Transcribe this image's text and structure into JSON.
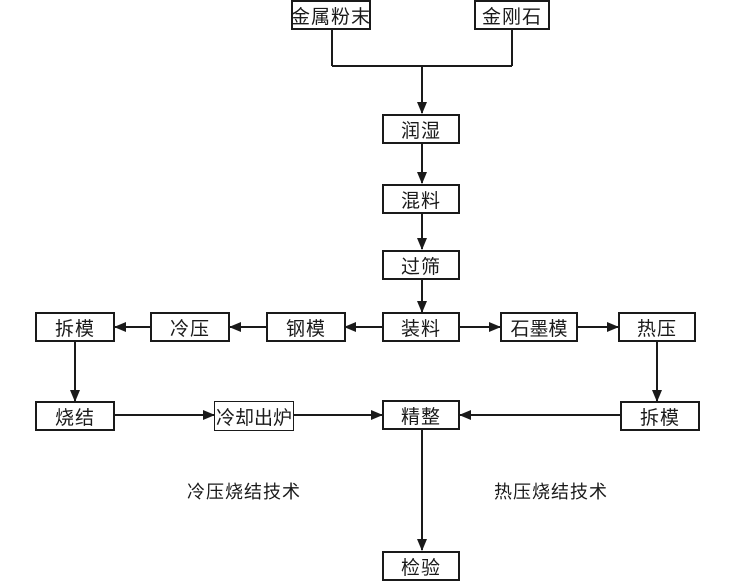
{
  "nodes": {
    "metal_powder": "金属粉末",
    "diamond": "金刚石",
    "wetting": "润湿",
    "mixing": "混料",
    "sieving": "过筛",
    "charging": "装料",
    "steel_mold": "钢模",
    "cold_press": "冷压",
    "demold_left": "拆模",
    "sintering": "烧结",
    "cooling": "冷却出炉",
    "finishing": "精整",
    "graphite_mold": "石墨模",
    "hot_press": "热压",
    "demold_right": "拆模",
    "inspection": "检验"
  },
  "captions": {
    "cold_branch": "冷压烧结技术",
    "hot_branch": "热压烧结技术"
  },
  "edges": [
    {
      "from": "metal_powder",
      "to": "wetting"
    },
    {
      "from": "diamond",
      "to": "wetting"
    },
    {
      "from": "wetting",
      "to": "mixing"
    },
    {
      "from": "mixing",
      "to": "sieving"
    },
    {
      "from": "sieving",
      "to": "charging"
    },
    {
      "from": "charging",
      "to": "steel_mold"
    },
    {
      "from": "steel_mold",
      "to": "cold_press"
    },
    {
      "from": "cold_press",
      "to": "demold_left"
    },
    {
      "from": "demold_left",
      "to": "sintering"
    },
    {
      "from": "sintering",
      "to": "cooling"
    },
    {
      "from": "cooling",
      "to": "finishing"
    },
    {
      "from": "charging",
      "to": "graphite_mold"
    },
    {
      "from": "graphite_mold",
      "to": "hot_press"
    },
    {
      "from": "hot_press",
      "to": "demold_right"
    },
    {
      "from": "demold_right",
      "to": "finishing"
    },
    {
      "from": "finishing",
      "to": "inspection"
    }
  ]
}
